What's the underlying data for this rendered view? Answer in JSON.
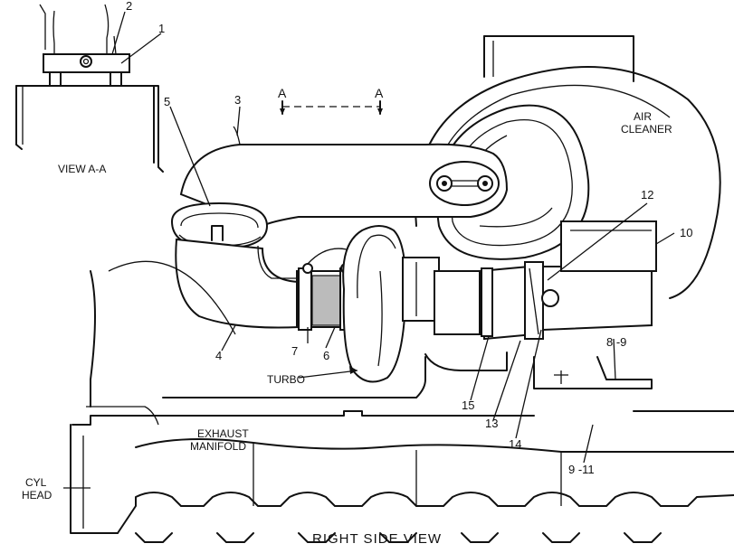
{
  "callouts": {
    "c1": "1",
    "c2": "2",
    "c3": "3",
    "c4": "4",
    "c5": "5",
    "c6": "6",
    "c7": "7",
    "c8_9": "8 -9",
    "c9_11": "9 -11",
    "c10": "10",
    "c12": "12",
    "c13": "13",
    "c14": "14",
    "c15": "15"
  },
  "labels": {
    "view_aa": "VIEW A-A",
    "section_a_left": "A",
    "section_a_right": "A",
    "air_cleaner_1": "AIR",
    "air_cleaner_2": "CLEANER",
    "turbo": "TURBO",
    "exhaust_1": "EXHAUST",
    "exhaust_2": "MANIFOLD",
    "cyl_1": "CYL",
    "cyl_2": "HEAD",
    "title": "RIGHT SIDE VIEW"
  }
}
